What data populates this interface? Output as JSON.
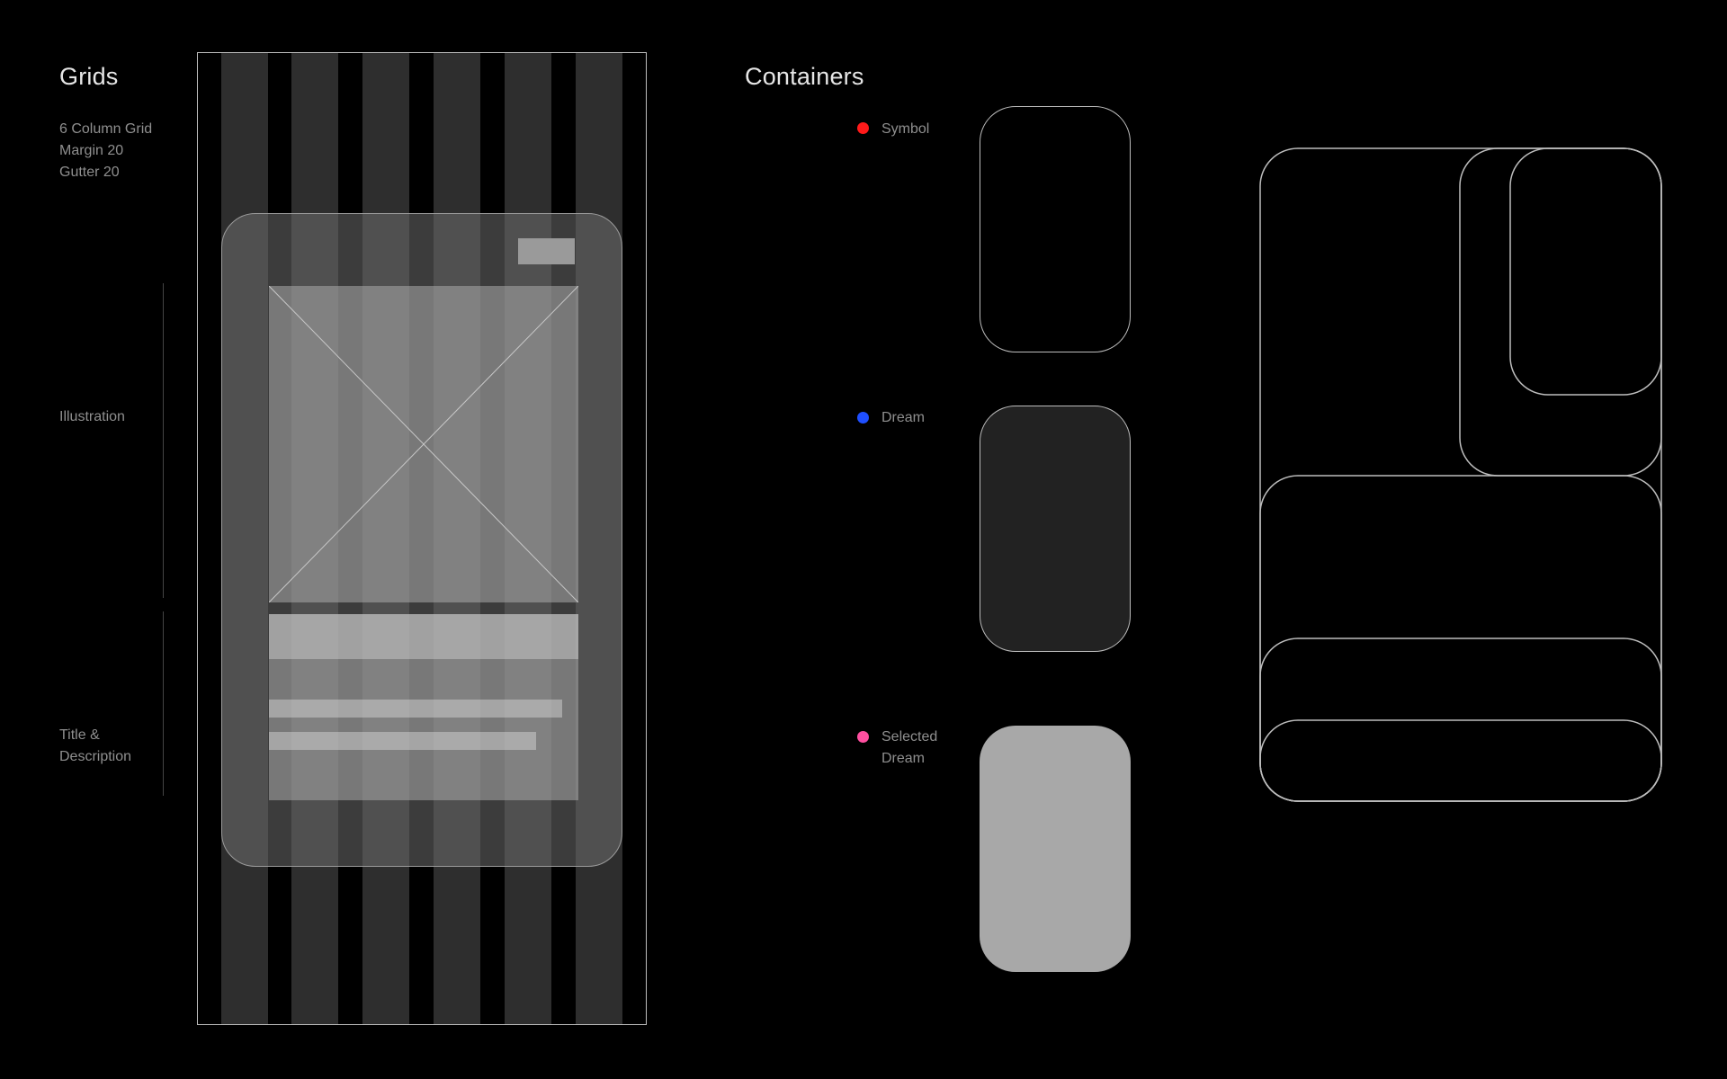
{
  "grids": {
    "title": "Grids",
    "specs": [
      "6 Column Grid",
      "Margin 20",
      "Gutter 20"
    ],
    "sections": {
      "illustration": "Illustration",
      "title_description": [
        "Title &",
        "Description"
      ]
    }
  },
  "containers": {
    "title": "Containers",
    "legend": [
      {
        "label": [
          "Symbol"
        ],
        "color": "#ff1a1a"
      },
      {
        "label": [
          "Dream"
        ],
        "color": "#1f4fff"
      },
      {
        "label": [
          "Selected",
          "Dream"
        ],
        "color": "#ff4fa0"
      }
    ],
    "fills": {
      "symbol": "#000000",
      "dream": "#222222",
      "selected_dream": "#a8a8a8"
    }
  }
}
